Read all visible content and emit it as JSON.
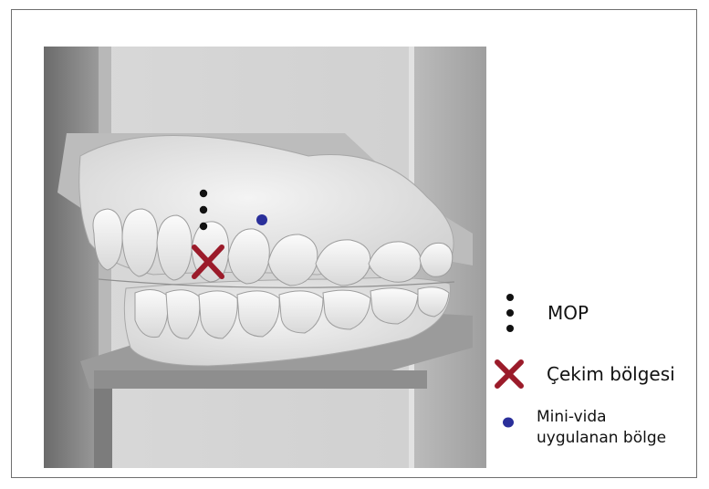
{
  "legend": {
    "mop_label": "MOP",
    "extraction_label": "Çekim bölgesi",
    "miniscrew_label_line1": "Mini-vida",
    "miniscrew_label_line2": "uygulanan bölge"
  },
  "colors": {
    "mop_dot": "#111111",
    "extraction_mark": "#9b1b2a",
    "miniscrew_dot": "#2a2f9a"
  }
}
